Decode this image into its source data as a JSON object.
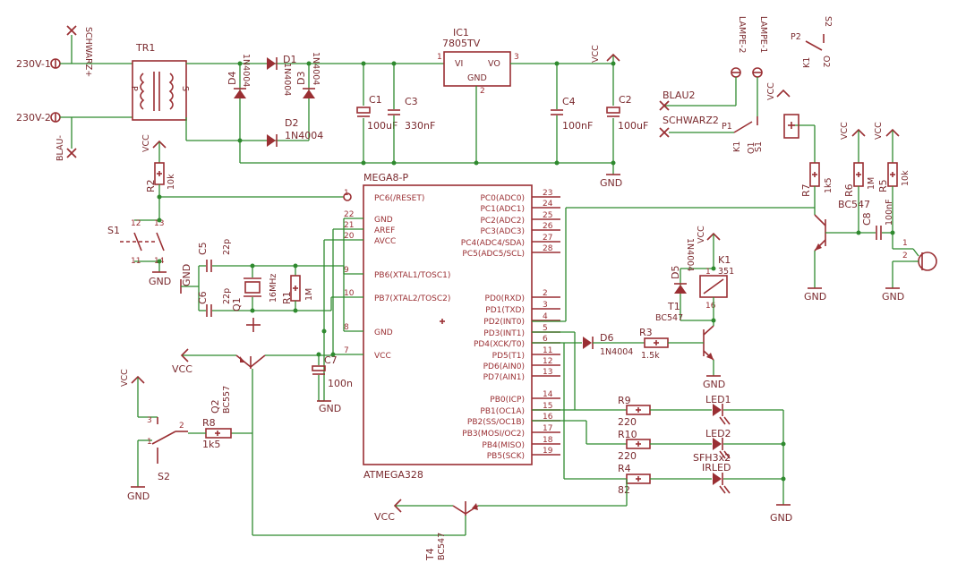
{
  "power": {
    "in1": "230V-1",
    "in2": "230V-2",
    "schwarz_plus": "SCHWARZ+",
    "blau_minus": "BLAU-",
    "tr1": "TR1",
    "tr_p": "P",
    "tr_s": "S",
    "d1": "D1",
    "d1_val": "1N4004",
    "d2": "D2",
    "d2_val": "1N4004",
    "d3": "D3",
    "d3_val": "1N4004",
    "d4": "D4",
    "d4_val": "1N4004",
    "c1": "C1",
    "c1_val": "100uF",
    "c3": "C3",
    "c3_val": "330nF",
    "ic1": "IC1",
    "ic1_val": "7805TV",
    "vi": "VI",
    "vo": "VO",
    "gnd": "GND",
    "c4": "C4",
    "c4_val": "100nF",
    "c2": "C2",
    "c2_val": "100uF",
    "vcc": "VCC"
  },
  "lamp": {
    "lampe2": "LAMPE-2",
    "lampe1": "LAMPE-1",
    "blau2": "BLAU2",
    "schwarz2": "SCHWARZ2",
    "p1": "P1",
    "p2": "P2",
    "k1": "K1",
    "s1": "S1",
    "s2": "S2",
    "o1": "O1",
    "o2": "O2"
  },
  "mcu": {
    "ref": "MEGA8-P",
    "name": "ATMEGA328",
    "left_pins": [
      {
        "name": "PC6(/RESET)",
        "num": "1"
      },
      {
        "name": "GND",
        "num": "22"
      },
      {
        "name": "AREF",
        "num": "21"
      },
      {
        "name": "AVCC",
        "num": "20"
      },
      {
        "name": "PB6(XTAL1/TOSC1)",
        "num": "9"
      },
      {
        "name": "PB7(XTAL2/TOSC2)",
        "num": "10"
      },
      {
        "name": "GND",
        "num": "8"
      },
      {
        "name": "VCC",
        "num": "7"
      }
    ],
    "right_pins": [
      {
        "name": "PC0(ADC0)",
        "num": "23"
      },
      {
        "name": "PC1(ADC1)",
        "num": "24"
      },
      {
        "name": "PC2(ADC2)",
        "num": "25"
      },
      {
        "name": "PC3(ADC3)",
        "num": "26"
      },
      {
        "name": "PC4(ADC4/SDA)",
        "num": "27"
      },
      {
        "name": "PC5(ADC5/SCL)",
        "num": "28"
      },
      {
        "name": "PD0(RXD)",
        "num": "2"
      },
      {
        "name": "PD1(TXD)",
        "num": "3"
      },
      {
        "name": "PD2(INT0)",
        "num": "4"
      },
      {
        "name": "PD3(INT1)",
        "num": "5"
      },
      {
        "name": "PD4(XCK/T0)",
        "num": "6"
      },
      {
        "name": "PD5(T1)",
        "num": "11"
      },
      {
        "name": "PD6(AIN0)",
        "num": "12"
      },
      {
        "name": "PD7(AIN1)",
        "num": "13"
      },
      {
        "name": "PB0(ICP)",
        "num": "14"
      },
      {
        "name": "PB1(OC1A)",
        "num": "15"
      },
      {
        "name": "PB2(SS/OC1B)",
        "num": "16"
      },
      {
        "name": "PB3(MOSI/OC2)",
        "num": "17"
      },
      {
        "name": "PB4(MISO)",
        "num": "18"
      },
      {
        "name": "PB5(SCK)",
        "num": "19"
      }
    ]
  },
  "left_parts": {
    "r2": "R2",
    "r2_val": "10k",
    "s1": "S1",
    "c5": "C5",
    "c5_val": "22p",
    "c6": "C6",
    "c6_val": "22p",
    "q1": "Q1",
    "q1_val": "16MHz",
    "r1": "R1",
    "r1_val": "1M",
    "c7": "C7",
    "c7_val": "100n",
    "q2": "Q2",
    "q2_val": "BC557",
    "r8": "R8",
    "r8_val": "1k5",
    "s2": "S2",
    "t4": "T4",
    "t4_val": "BC547",
    "vcc": "VCC",
    "gnd": "GND"
  },
  "right_parts": {
    "d5": "D5",
    "d5_val": "1N4004",
    "k1": "K1",
    "k1_val": "351",
    "t1": "T1",
    "t1_val": "BC547",
    "d6": "D6",
    "d6_val": "1N4004",
    "r3": "R3",
    "r3_val": "1.5k",
    "r7": "R7",
    "r7_val": "1k5",
    "r6": "R6",
    "r6_val": "1M",
    "r5": "R5",
    "r5_val": "10k",
    "c8": "C8",
    "c8_val": "100nF",
    "t3": "BC547",
    "r9": "R9",
    "r9_val": "220",
    "r10": "R10",
    "r10_val": "220",
    "r4": "R4",
    "r4_val": "82",
    "led1": "LED1",
    "led2": "LED2",
    "sfh": "SFH3x2",
    "irled": "IRLED",
    "vcc": "VCC",
    "gnd": "GND"
  }
}
